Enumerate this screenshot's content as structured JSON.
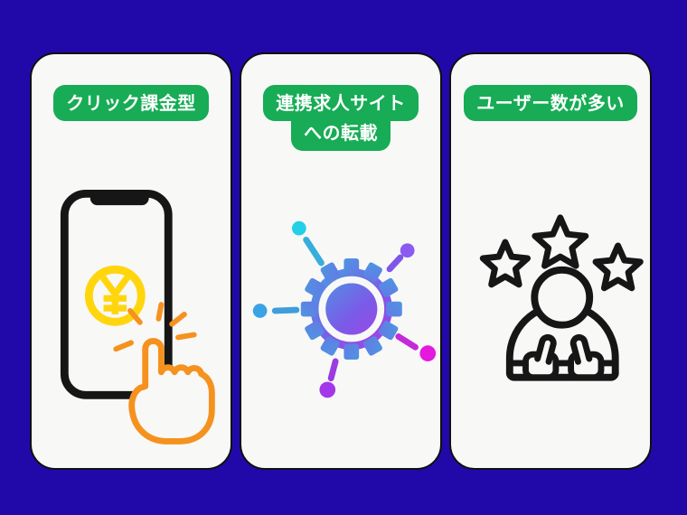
{
  "page": {
    "type": "three-feature-infographic",
    "background_color": "#2109A9",
    "card_color": "#F8F8F7",
    "badge_color": "#17AC55",
    "badge_text_color": "#FFFFFF"
  },
  "cards": [
    {
      "badge_lines": [
        "クリック課金型"
      ],
      "icon": "phone-click-yen-icon",
      "coin_symbol": "¥",
      "icon_colors": {
        "phone": "#161616",
        "coin": "#FFD60D",
        "hand": "#F5921F"
      }
    },
    {
      "badge_lines": [
        "連携求人サイト",
        "への転載"
      ],
      "icon": "network-gear-icon",
      "icon_colors": {
        "gradient": [
          "#35B7DE",
          "#7A5BE8",
          "#CC2BE2"
        ],
        "nodes": [
          "#24CFE8",
          "#8B5BF0",
          "#3AA3E3",
          "#E518DE",
          "#A238E8"
        ]
      }
    },
    {
      "badge_lines": [
        "ユーザー数が多い"
      ],
      "icon": "user-thumbs-stars-icon",
      "icon_colors": {
        "outline": "#161616"
      }
    }
  ]
}
